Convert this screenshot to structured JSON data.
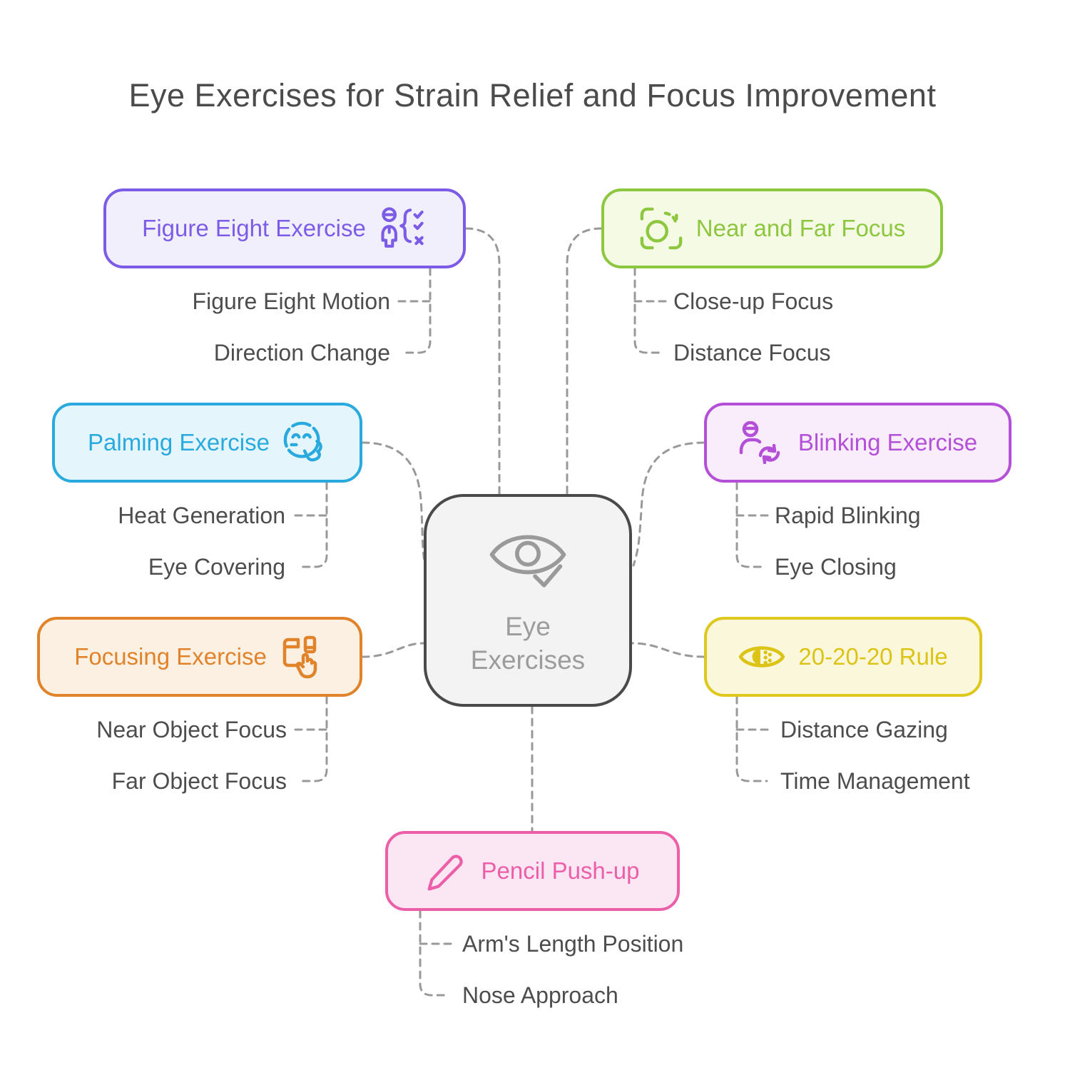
{
  "title": "Eye Exercises for Strain Relief and Focus Improvement",
  "center": {
    "label_line1": "Eye",
    "label_line2": "Exercises",
    "icon": "eye-check-icon",
    "border_color": "#4a4a4a",
    "background": "#f3f3f3",
    "text_color": "#9c9c9c"
  },
  "colors": {
    "title_text": "#4b4b4b",
    "sub_item_text": "#4d4d4d",
    "connector": "#999999",
    "page_background": "#ffffff"
  },
  "branches": [
    {
      "id": "figure-eight",
      "label": "Figure Eight Exercise",
      "icon": "person-checklist-icon",
      "accent": "#7c5ce6",
      "background": "#f2effd",
      "children": [
        "Figure Eight Motion",
        "Direction Change"
      ]
    },
    {
      "id": "near-far",
      "label": "Near and Far Focus",
      "icon": "focus-frame-icon",
      "accent": "#8dc63f",
      "background": "#f4fae3",
      "children": [
        "Close-up Focus",
        "Distance Focus"
      ]
    },
    {
      "id": "palming",
      "label": "Palming Exercise",
      "icon": "face-hand-icon",
      "accent": "#29aadf",
      "background": "#e4f6fc",
      "children": [
        "Heat Generation",
        "Eye Covering"
      ]
    },
    {
      "id": "blinking",
      "label": "Blinking Exercise",
      "icon": "person-refresh-icon",
      "accent": "#b44fd8",
      "background": "#f9edfb",
      "children": [
        "Rapid Blinking",
        "Eye Closing"
      ]
    },
    {
      "id": "focusing",
      "label": "Focusing Exercise",
      "icon": "device-hand-icon",
      "accent": "#e0832b",
      "background": "#fcf0e2",
      "children": [
        "Near Object Focus",
        "Far Object Focus"
      ]
    },
    {
      "id": "rule-20-20-20",
      "label": "20-20-20 Rule",
      "icon": "eye-vision-icon",
      "accent": "#dfc81e",
      "background": "#fbf7db",
      "children": [
        "Distance Gazing",
        "Time Management"
      ]
    },
    {
      "id": "pencil-pushup",
      "label": "Pencil Push-up",
      "icon": "pencil-icon",
      "accent": "#ec5fa8",
      "background": "#fbe6f3",
      "children": [
        "Arm's Length Position",
        "Nose Approach"
      ]
    }
  ]
}
